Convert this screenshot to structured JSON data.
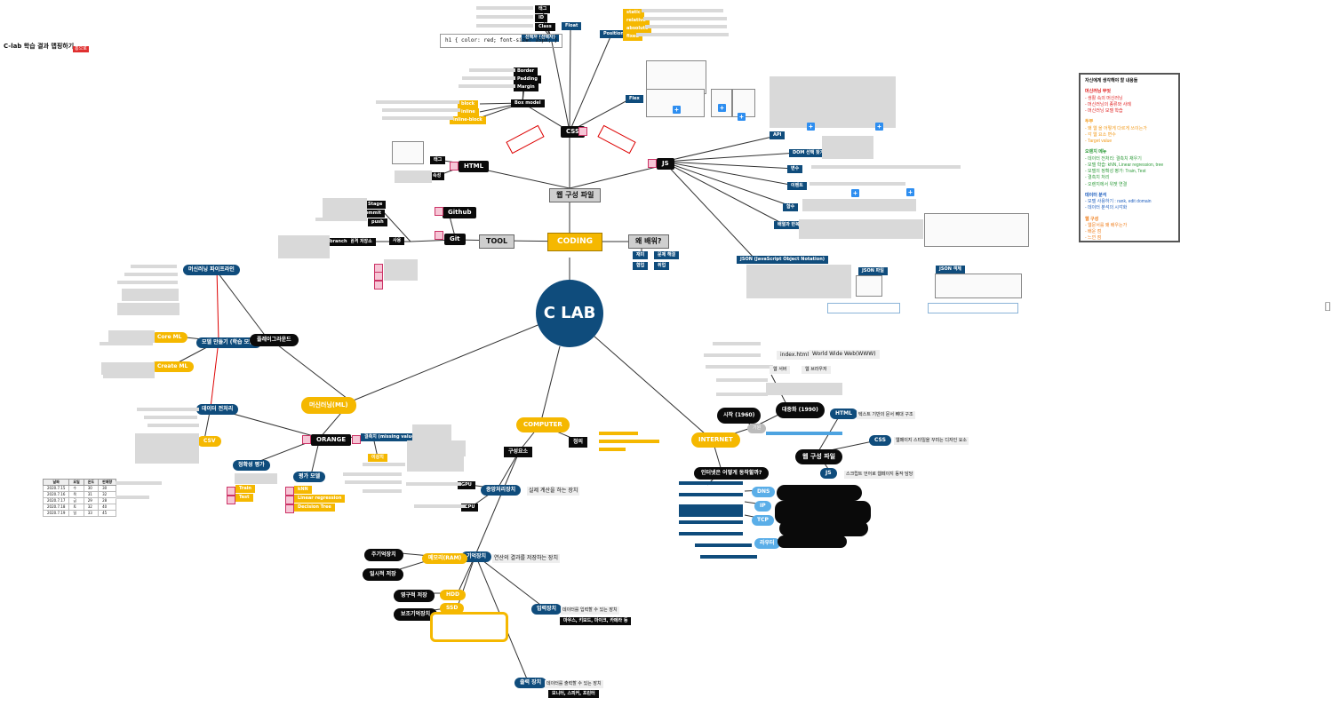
{
  "title": {
    "main": "C-lab 학습 결과 맵핑하기",
    "tag": "홍으로"
  },
  "center": "C LAB",
  "hubs": {
    "coding": "CODING",
    "computer": "COMPUTER",
    "internet": "INTERNET",
    "ml": "머신러닝(ML)",
    "web": "웹 구성 파일",
    "tool": "TOOL",
    "why": "왜 배워?"
  },
  "web": {
    "css": "CSS",
    "html": "HTML",
    "js": "JS"
  },
  "css_nodes": {
    "float": "Float",
    "position": "Position",
    "flex": "Flex",
    "box_model": "Box model",
    "block": "block",
    "inline": "inline",
    "inline_block": "inline-block",
    "border": "Border",
    "padding": "Padding",
    "margin": "Margin",
    "selector": "선택자 (선택자)",
    "tag": "태그",
    "id": "ID",
    "class": "Class",
    "code": "h1 { color: red; font-size: 15px; }"
  },
  "html_nodes": {
    "tag": "태그",
    "attr": "속성"
  },
  "js_nodes": {
    "api": "API",
    "dom": "DOM 선택 찾기",
    "variable": "변수",
    "function": "함수",
    "event": "이벤트",
    "array": "배열과 반복문",
    "json": "JSON (JavaScript Object Notation)",
    "json_file": "JSON 파일",
    "json_data": "JSON 객체"
  },
  "tool_nodes": {
    "github": "Github",
    "git": "Git",
    "usage": "사용",
    "repo": "원격 저장소",
    "stage": "Stage",
    "commit": "commit",
    "push": "push",
    "branch": "branch"
  },
  "why_nodes": {
    "a": "재미",
    "b": "협업",
    "c": "문제 해결",
    "d": "취업"
  },
  "ml_nodes": {
    "pipeline": "머신러닝 파이프라인",
    "model": "모델 만들기 (학습 모델)",
    "coreml": "Core ML",
    "createml": "Create ML",
    "playground": "플레이그라운드",
    "data": "데이터 전처리",
    "orange": "ORANGE",
    "missing": "결측치 (missing value)",
    "outlier": "이상치",
    "eval": "정확성 평가",
    "split": "평가 모델",
    "train": "Train",
    "test": "Test",
    "knn": "kNN",
    "linreg": "Linear regression",
    "tree": "Decision Tree",
    "csv": "CSV"
  },
  "computer_nodes": {
    "parts": "구성요소",
    "def": "정의",
    "cpu_unit": "중앙처리장치",
    "cpu_desc": "실제 계산을 하는 장치",
    "gpu": "GPU",
    "cpu": "CPU",
    "mem": "기억장치",
    "mem_desc": "연산의 결과를 저장하는 장치",
    "main_mem": "주기억장치",
    "aux_mem": "보조기억장치",
    "temp": "일시적 저장",
    "perm": "영구적 저장",
    "memory": "메모리(RAM)",
    "hdd": "HDD",
    "ssd": "SSD",
    "input": "입력장치",
    "input_desc": "데이터를 입력할 수 있는 장치",
    "input_ex": "마우스, 키보드, 마이크, 카메라 등",
    "output": "출력 장치",
    "output_desc": "데이터를 출력할 수 있는 장치",
    "output_ex": "모니터, 스피커, 프린터"
  },
  "internet_nodes": {
    "start": "시작 (1960)",
    "mass": "대중화 (1990)",
    "html": "HTML",
    "css": "CSS",
    "js": "JS",
    "web_files": "웹 구성 파일",
    "how": "인터넷은 어떻게 동작할까?",
    "dns": "DNS",
    "ip": "IP",
    "tcp": "TCP",
    "www": "World Wide Web(WWW)",
    "index": "index.html",
    "browser": "웹 브라우저",
    "server": "웹 서버",
    "html_desc": "텍스트 기반의 문서 뼈대 구조",
    "css_desc": "웹페이지 스타일을 꾸미는 디자인 요소",
    "js_desc": "스크립트 언어로 웹페이지 동작 담당"
  },
  "side_panel": {
    "heading": "자신에게 생각해야 할 내용들",
    "groups": [
      {
        "title": "머신러닝 무엇",
        "color": "#e02020",
        "items": [
          "생활 속의 머신러닝",
          "머신러닝의 종류와 사례",
          "머신러닝 모델 학습"
        ]
      },
      {
        "title": "두부",
        "color": "#f29b1c",
        "items": [
          "왜 웹 을 어떻게 다르게 쓰이는가",
          "각 웹 요소 변수",
          "Target value"
        ]
      },
      {
        "title": "오렌지 메뉴",
        "color": "#2e9b3a",
        "items": [
          "데이터 전처리: 결측치 채우기",
          "모델 학습: kNN, Linear regression, tree",
          "모델의 정확성 평가: Train, Test",
          "결측치 처리",
          "오렌지에서 위젯 연결"
        ]
      },
      {
        "title": "데이터 분석",
        "color": "#1f5fbf",
        "items": [
          "모델 사용하기 : rank, edit domain",
          "데이터 분석의 시각화"
        ]
      },
      {
        "title": "웹 구성",
        "color": "#f07e1c",
        "items": [
          "웹문서를 왜 배우는가",
          "배운 점",
          "느낀 점"
        ]
      }
    ]
  },
  "table": {
    "headers": [
      "날짜",
      "요일",
      "온도",
      "판매량"
    ],
    "rows": [
      [
        "2020.7.15",
        "수",
        "30",
        "30"
      ],
      [
        "2020.7.16",
        "목",
        "31",
        "32"
      ],
      [
        "2020.7.17",
        "금",
        "29",
        "28"
      ],
      [
        "2020.7.18",
        "토",
        "32",
        "40"
      ],
      [
        "2020.7.19",
        "일",
        "33",
        "45"
      ]
    ]
  }
}
